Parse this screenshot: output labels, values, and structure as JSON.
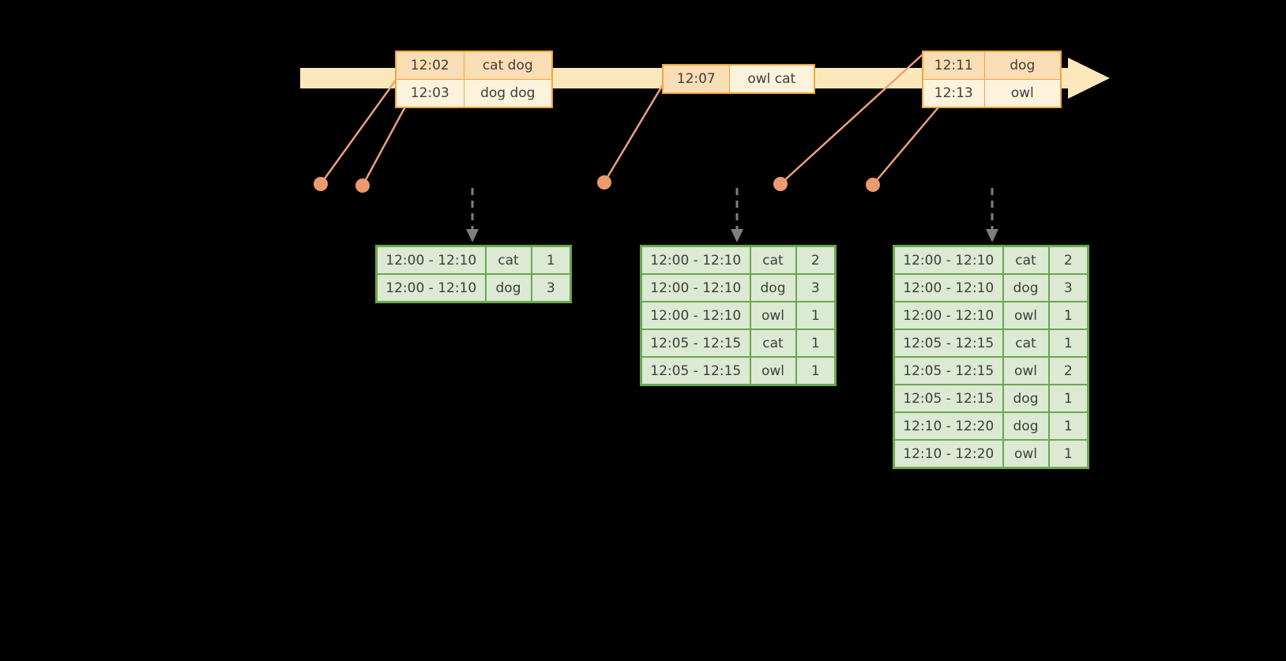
{
  "colors": {
    "background": "#000000",
    "timeline_fill": "#FAE8BB",
    "event_border": "#EFA63F",
    "event_cell_dark": "#F9DDB4",
    "event_cell_light": "#FDF3DC",
    "result_border": "#6AA84F",
    "result_cell": "#DCE9D3",
    "connector": "#ECA17C",
    "dot_fill": "#EB9B6E",
    "trigger_arrow": "#7F7F7F",
    "table_text": "#3E3E3E"
  },
  "event_tables": [
    {
      "rows": [
        {
          "time": "12:02",
          "words": "cat dog"
        },
        {
          "time": "12:03",
          "words": "dog dog"
        }
      ]
    },
    {
      "rows": [
        {
          "time": "12:07",
          "words": "owl cat"
        }
      ]
    },
    {
      "rows": [
        {
          "time": "12:11",
          "words": "dog"
        },
        {
          "time": "12:13",
          "words": "owl"
        }
      ]
    }
  ],
  "result_tables": [
    {
      "rows": [
        {
          "window": "12:00 - 12:10",
          "word": "cat",
          "count": "1"
        },
        {
          "window": "12:00 - 12:10",
          "word": "dog",
          "count": "3"
        }
      ]
    },
    {
      "rows": [
        {
          "window": "12:00 - 12:10",
          "word": "cat",
          "count": "2"
        },
        {
          "window": "12:00 - 12:10",
          "word": "dog",
          "count": "3"
        },
        {
          "window": "12:00 - 12:10",
          "word": "owl",
          "count": "1"
        },
        {
          "window": "12:05 - 12:15",
          "word": "cat",
          "count": "1"
        },
        {
          "window": "12:05 - 12:15",
          "word": "owl",
          "count": "1"
        }
      ]
    },
    {
      "rows": [
        {
          "window": "12:00 - 12:10",
          "word": "cat",
          "count": "2"
        },
        {
          "window": "12:00 - 12:10",
          "word": "dog",
          "count": "3"
        },
        {
          "window": "12:00 - 12:10",
          "word": "owl",
          "count": "1"
        },
        {
          "window": "12:05 - 12:15",
          "word": "cat",
          "count": "1"
        },
        {
          "window": "12:05 - 12:15",
          "word": "owl",
          "count": "2"
        },
        {
          "window": "12:05 - 12:15",
          "word": "dog",
          "count": "1"
        },
        {
          "window": "12:10 - 12:20",
          "word": "dog",
          "count": "1"
        },
        {
          "window": "12:10 - 12:20",
          "word": "owl",
          "count": "1"
        }
      ]
    }
  ]
}
